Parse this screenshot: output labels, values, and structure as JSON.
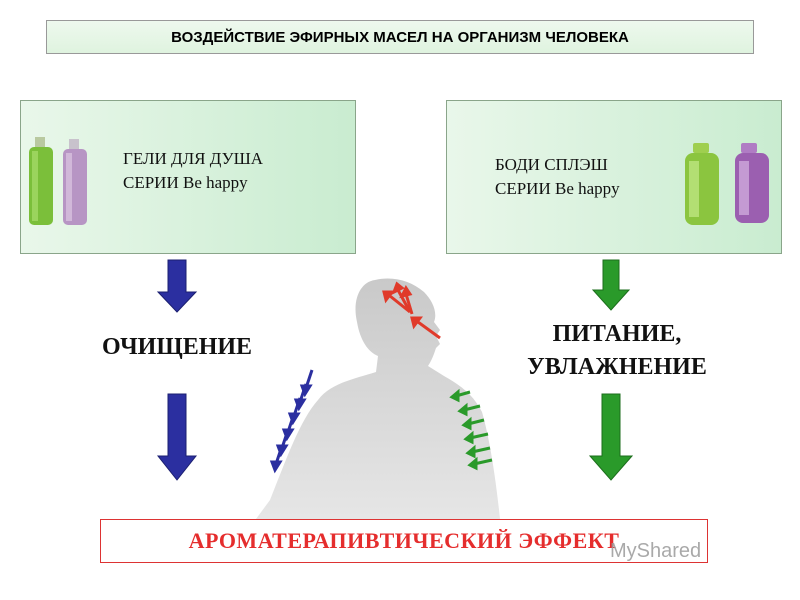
{
  "title": "ВОЗДЕЙСТВИЕ ЭФИРНЫХ МАСЕЛ НА ОРГАНИЗМ ЧЕЛОВЕКА",
  "left_card": {
    "line1": "ГЕЛИ ДЛЯ ДУША",
    "line2": "СЕРИИ Be happy"
  },
  "right_card": {
    "line1": "БОДИ СПЛЭШ",
    "line2": "СЕРИИ Be happy"
  },
  "left_label": "ОЧИЩЕНИЕ",
  "right_label": {
    "line1": "ПИТАНИЕ,",
    "line2": "УВЛАЖНЕНИЕ"
  },
  "effect": "АРОМАТЕРАПИВТИЧЕСКИЙ ЭФФЕКТ",
  "watermark": "MyShared",
  "colors": {
    "blue_arrow": "#2b2fa0",
    "green_arrow": "#2a9a2a",
    "red_arrow": "#e03a2a",
    "silhouette": "#d6d6d6",
    "effect_text": "#e52d2d"
  },
  "icons": [
    "down-arrow-icon",
    "body-silhouette",
    "bottle-icon"
  ]
}
